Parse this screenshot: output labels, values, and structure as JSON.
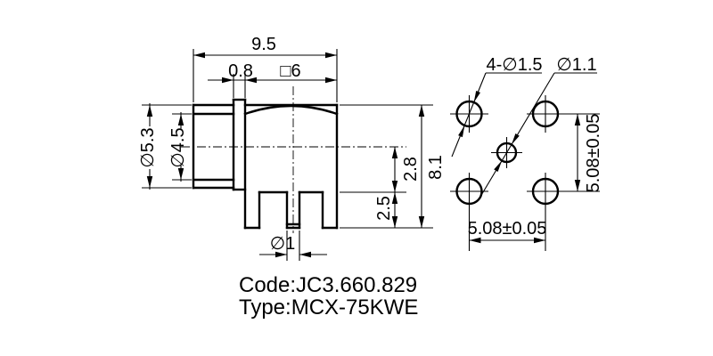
{
  "drawing": {
    "side_view": {
      "total_width": "9.5",
      "flange_thickness": "0.8",
      "body_square": "□6",
      "barrel_outer_dia": "∅5.3",
      "barrel_inner_dia": "∅4.5",
      "center_to_base": "2.8",
      "leg_length": "2.5",
      "total_height": "8.1",
      "pin_dia": "∅1"
    },
    "footprint_view": {
      "corner_holes": "4-∅1.5",
      "center_hole": "∅1.1",
      "pitch_horizontal": "5.08±0.05",
      "pitch_vertical": "5.08±0.05"
    },
    "title_block": {
      "code": "Code:JC3.660.829",
      "type": "Type:MCX-75KWE"
    },
    "colors": {
      "line": "#000000",
      "background": "#ffffff"
    }
  }
}
